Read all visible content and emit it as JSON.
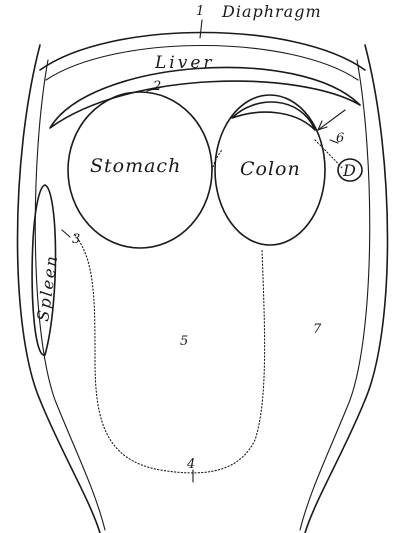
{
  "labels": {
    "diaphragm": "Diaphragm",
    "liver": "Liver",
    "stomach": "Stomach",
    "colon": "Colon",
    "spleen": "Spleen",
    "duodenum": "D"
  },
  "numbers": {
    "n1": "1",
    "n2": "2",
    "n3": "3",
    "n4": "4",
    "n5": "5",
    "n6": "6",
    "n7": "7"
  }
}
